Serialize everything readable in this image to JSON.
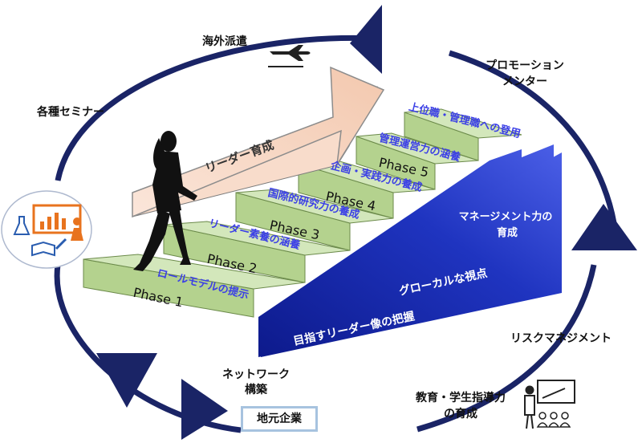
{
  "arrow_label": "リーダー育成",
  "phases": [
    "Phase 1",
    "Phase 2",
    "Phase 3",
    "Phase 4",
    "Phase 5"
  ],
  "phase_skills": [
    "ロールモデルの提示",
    "リーダー素養の涵養",
    "国際的研究力の養成",
    "企画・実践力の養成",
    "管理運営力の涵養",
    "上位職・管理職への登用"
  ],
  "blue_labels": [
    "目指すリーダー像の把握",
    "グローカルな視点",
    "マネージメント力の",
    "育成"
  ],
  "cycle_labels": {
    "overseas": "海外派遣",
    "seminar": "各種セミナー",
    "promotion_line1": "プロモーション",
    "promotion_line2": "メンター",
    "risk": "リスクマネジメント",
    "education_line1": "教育・学生指導力",
    "education_line2": "の育成",
    "network_line1": "ネットワーク",
    "network_line2": "構築",
    "local_company": "地元企業"
  },
  "colors": {
    "cycle": "#1a2466",
    "step_green": "#c6deaa",
    "blue_dark": "#0d1d96",
    "blue_light": "#3b4fdc",
    "skill_text": "#3b3fe6",
    "arrow_fill": "#f8dccb",
    "icon_orange": "#e8731e"
  }
}
